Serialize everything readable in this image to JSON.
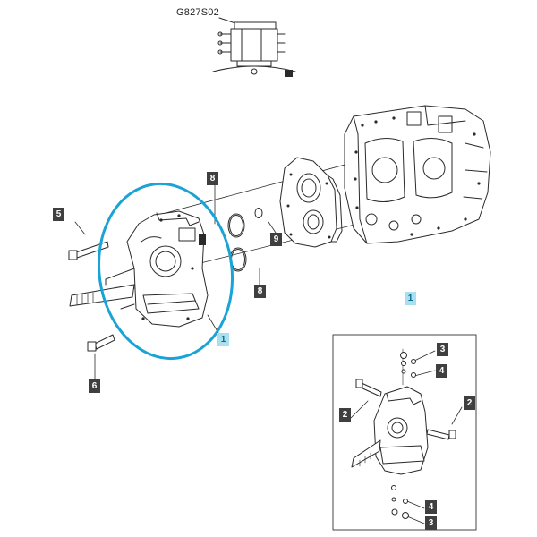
{
  "reference_code": "G827S02",
  "colors": {
    "line": "#2a2a2a",
    "highlight": "#1aa3d6",
    "callout_dark": "#3f3f3f",
    "callout_light": "#a9dfef"
  },
  "callouts": {
    "c5": "5",
    "c6": "6",
    "c8a": "8",
    "c8b": "8",
    "c9": "9",
    "c1_main": "1",
    "c1_inset": "1",
    "c2_left": "2",
    "c2_right": "2",
    "c3_top": "3",
    "c3_bottom": "3",
    "c4_top": "4",
    "c4_bottom": "4"
  }
}
